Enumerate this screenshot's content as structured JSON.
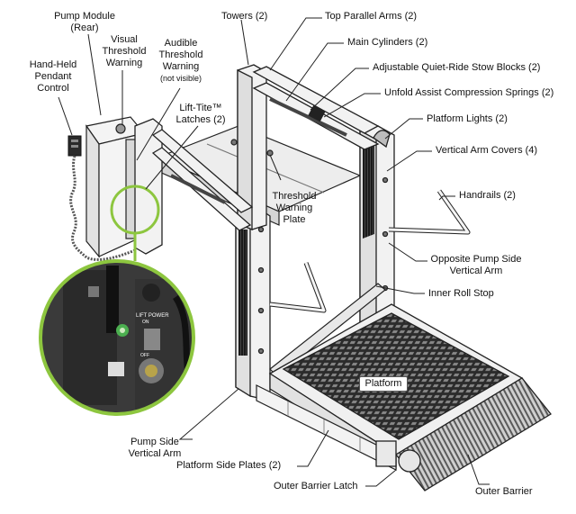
{
  "labels": {
    "pump_module": "Pump Module",
    "pump_module_sub": "(Rear)",
    "visual_warning_1": "Visual",
    "visual_warning_2": "Threshold",
    "visual_warning_3": "Warning",
    "audible_1": "Audible",
    "audible_2": "Threshold",
    "audible_3": "Warning",
    "audible_4": "(not visible)",
    "hand_held_1": "Hand-Held",
    "hand_held_2": "Pendant",
    "hand_held_3": "Control",
    "latches_1": "Lift-Tite™",
    "latches_2": "Latches (2)",
    "towers": "Towers (2)",
    "top_arms": "Top Parallel Arms (2)",
    "main_cylinders": "Main Cylinders (2)",
    "stow_blocks": "Adjustable Quiet-Ride Stow Blocks (2)",
    "springs": "Unfold Assist Compression Springs (2)",
    "platform_lights": "Platform Lights (2)",
    "vertical_covers": "Vertical Arm Covers (4)",
    "handrails": "Handrails (2)",
    "threshold_plate_1": "Threshold",
    "threshold_plate_2": "Warning",
    "threshold_plate_3": "Plate",
    "opposite_arm_1": "Opposite Pump Side",
    "opposite_arm_2": "Vertical Arm",
    "inner_roll_stop": "Inner Roll Stop",
    "platform": "Platform",
    "pump_side_arm_1": "Pump Side",
    "pump_side_arm_2": "Vertical Arm",
    "side_plates": "Platform Side Plates (2)",
    "outer_latch": "Outer Barrier Latch",
    "outer_barrier": "Outer Barrier"
  },
  "inset": {
    "switch_1": "LIFT POWER",
    "switch_2": "ON",
    "switch_3": "OFF"
  },
  "colors": {
    "accent_green": "#8dc63f",
    "line": "#222222",
    "metal": "#f2f2f2",
    "dark_panel": "#2a2a2a"
  }
}
